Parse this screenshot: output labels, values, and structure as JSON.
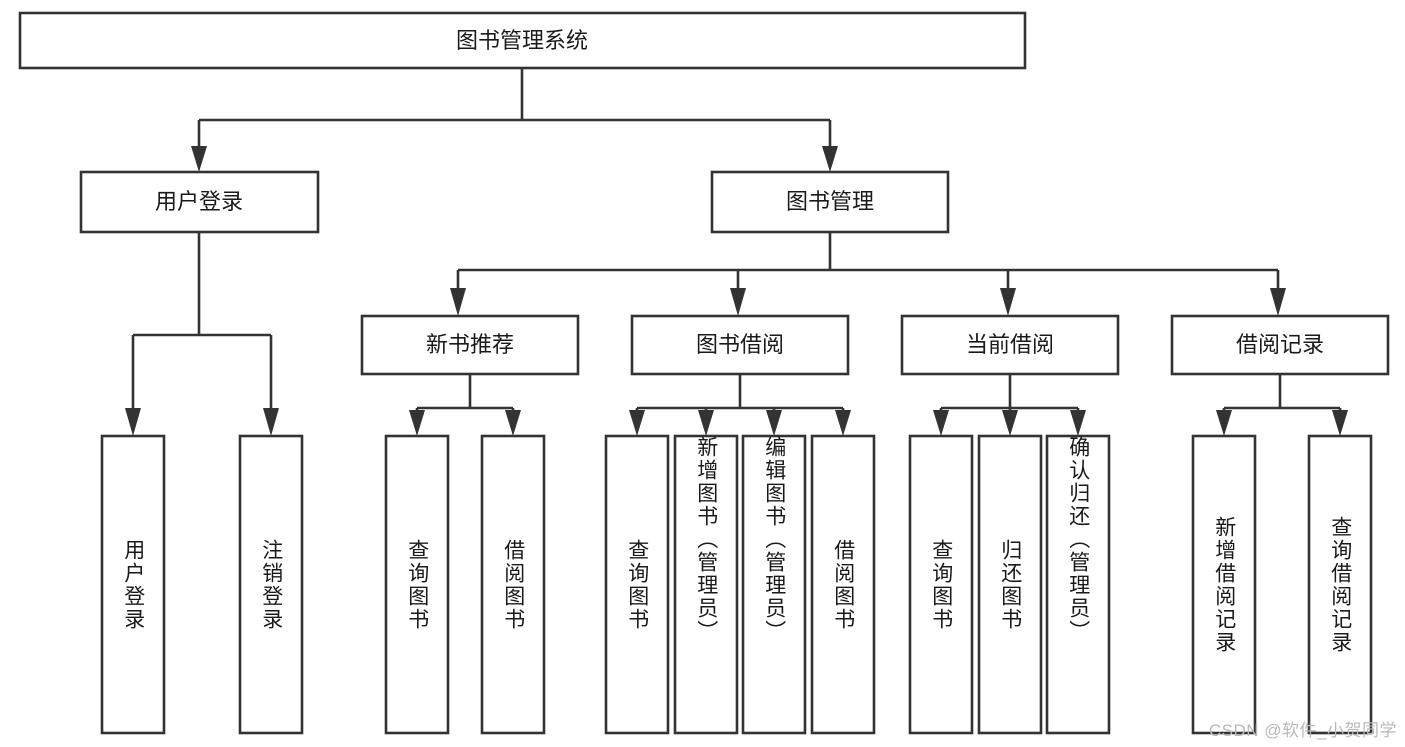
{
  "diagram": {
    "title": "图书管理系统",
    "type": "tree-hierarchy",
    "watermark": "CSDN @软件_小贺同学",
    "colors": {
      "stroke": "#333333",
      "fill": "#ffffff",
      "text": "#1a1a1a",
      "watermark": "#b9b9b9"
    },
    "root": {
      "label": "图书管理系统"
    },
    "level2": [
      {
        "label": "用户登录"
      },
      {
        "label": "图书管理"
      }
    ],
    "level3": [
      {
        "label": "新书推荐"
      },
      {
        "label": "图书借阅"
      },
      {
        "label": "当前借阅"
      },
      {
        "label": "借阅记录"
      }
    ],
    "leaves": {
      "user_login": [
        {
          "label": "用户登录"
        },
        {
          "label": "注销登录"
        }
      ],
      "new_book_recommend": [
        {
          "label": "查询图书"
        },
        {
          "label": "借阅图书"
        }
      ],
      "book_borrow": [
        {
          "label": "查询图书"
        },
        {
          "label": "新增图书（管理员）"
        },
        {
          "label": "编辑图书（管理员）"
        },
        {
          "label": "借阅图书"
        }
      ],
      "current_borrow": [
        {
          "label": "查询图书"
        },
        {
          "label": "归还图书"
        },
        {
          "label": "确认归还（管理员）"
        }
      ],
      "borrow_record": [
        {
          "label": "新增借阅记录"
        },
        {
          "label": "查询借阅记录"
        }
      ]
    }
  }
}
